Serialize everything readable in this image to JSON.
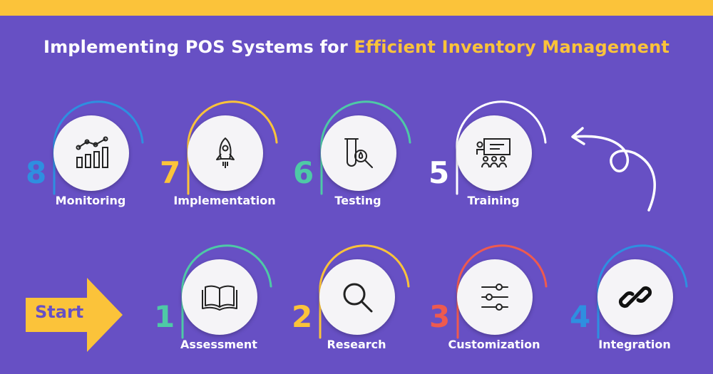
{
  "title": {
    "prefix": "Implementing POS Systems for ",
    "highlight": "Efficient Inventory Management"
  },
  "start": {
    "label": "Start"
  },
  "steps": [
    {
      "number": "1",
      "label": "Assessment",
      "icon": "book-icon",
      "color": "#4ec9a6"
    },
    {
      "number": "2",
      "label": "Research",
      "icon": "magnifier-icon",
      "color": "#fbc33a"
    },
    {
      "number": "3",
      "label": "Customization",
      "icon": "sliders-icon",
      "color": "#ee5a4f"
    },
    {
      "number": "4",
      "label": "Integration",
      "icon": "link-icon",
      "color": "#2e8fe0"
    },
    {
      "number": "5",
      "label": "Training",
      "icon": "presentation-icon",
      "color": "#ffffff"
    },
    {
      "number": "6",
      "label": "Testing",
      "icon": "test-tube-icon",
      "color": "#4ec9a6"
    },
    {
      "number": "7",
      "label": "Implementation",
      "icon": "rocket-icon",
      "color": "#fbc33a"
    },
    {
      "number": "8",
      "label": "Monitoring",
      "icon": "growth-chart-icon",
      "color": "#2e8fe0"
    }
  ],
  "colors": {
    "background": "#6750c4",
    "accent": "#fbc33a"
  }
}
